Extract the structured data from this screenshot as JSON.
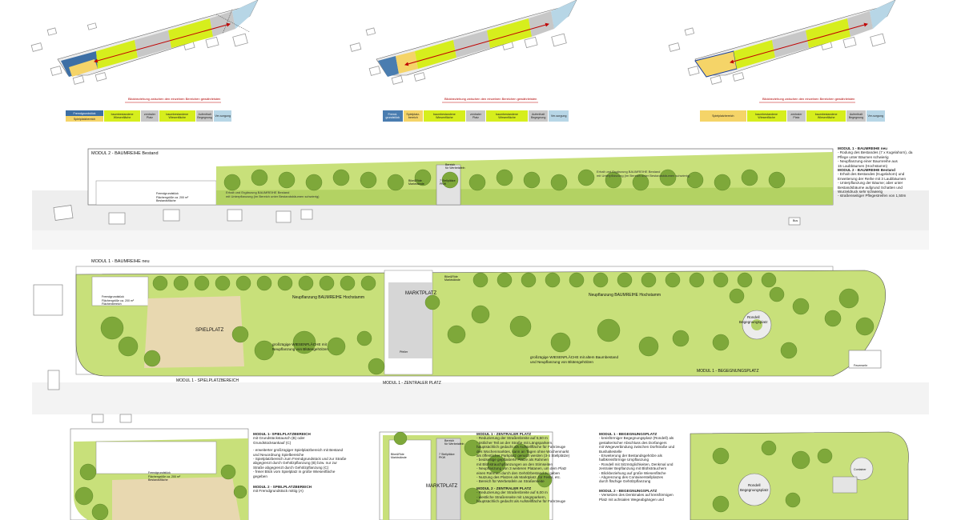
{
  "legend_caption": "Blickbeziehung zwischen den einzelnen Bereichen gewährleisten",
  "legend_left": {
    "top": [
      {
        "label": "Fremdgrundstück",
        "color": "#3d6fa5"
      },
      {
        "label": "baumbestandene Wiesenfläche",
        "color": "#d6ee1d"
      },
      {
        "label": "zentraler Platz",
        "color": "#c7c7c7"
      },
      {
        "label": "baumbestandene Wiesenfläche",
        "color": "#d6ee1d"
      },
      {
        "label": "Aufenthalt Begegnung",
        "color": "#c7c7c7"
      },
      {
        "label": "Ver-sorgung",
        "color": "#b7d6e6"
      }
    ],
    "bottom_first": {
      "label": "Spielplatzbereich",
      "color": "#f5d468"
    }
  },
  "legend_middle": [
    {
      "label": "Fremd-grundstück",
      "color": "#4a7db0"
    },
    {
      "label": "Spielplatz-bereich",
      "color": "#f5d468"
    },
    {
      "label": "baumbestandene Wiesenfläche",
      "color": "#d6ee1d"
    },
    {
      "label": "zentraler Platz",
      "color": "#c7c7c7"
    },
    {
      "label": "baumbestandene Wiesenfläche",
      "color": "#d6ee1d"
    },
    {
      "label": "Aufenthalt Begegnung",
      "color": "#c7c7c7"
    },
    {
      "label": "Ver-sorgung",
      "color": "#b7d6e6"
    }
  ],
  "legend_right": [
    {
      "label": "Spielplatzbereich",
      "color": "#f5d468"
    },
    {
      "label": "baumbestandene Wiesenfläche",
      "color": "#d6ee1d"
    },
    {
      "label": "zentraler Platz",
      "color": "#c7c7c7"
    },
    {
      "label": "baumbestandene Wiesenfläche",
      "color": "#d6ee1d"
    },
    {
      "label": "Aufenthalt Begegnung",
      "color": "#c7c7c7"
    },
    {
      "label": "Ver-sorgung",
      "color": "#b7d6e6"
    }
  ],
  "modul2_plan": {
    "title": "MODUL 2 - BAUMREIHE Bestand",
    "fremd": "Fremdgrundstück\nFlächengröße ca. 200 m²\nBestandsfläche",
    "text1": "Erhalt und Ergänzung BAUMREIHE Bestand\nmit Unterpflanzung (im Bereich unter Bestandsbäumen schwierig)",
    "text2": "Erhalt und Ergänzung BAUMREIHE Bestand\nmit Unterpflanzung (im Bereich unter Bestandsbäumen schwierig)",
    "bike": "Bike&Ride\nMarktstände",
    "stellplatz": "7 Stellplätze\nPKW",
    "bereich": "Bereich\nfür Werbetafeln"
  },
  "modul_notes_top": {
    "m1_title": "MODUL 1 - BAUMREIHE neu",
    "m1_items": "- Rodung des Bestandes (7 x Kugelahorn), da\n  Pflege unter Bäumen schwierig\n- Neupflanzung einer Baumreihe aus\n  15 Laubbäumen (Hochstamm)",
    "m2_title": "MODUL 2 - BAUMREIHE Bestand",
    "m2_items": "- Erhalt des Bestandes (Kugelahorn) und\n  Erweiterung der Reihe mit 3 Laubbäumen\n- Unterpflanzung der Bäume; aber unter\n  Bestandsbäume aufgrund Schatten und\n  Wurzeldruck sehr schwierig\n- straßenseitiger Pflegestreifen von 1,50m"
  },
  "main_plan": {
    "title": "MODUL 1 - BAUMREIHE neu",
    "fremd": "Fremdgrundstück\nFlächengröße ca. 200 m²\nFlächenbereich",
    "spielplatz": "SPIELPLATZ",
    "marktplatz": "MARKTPLATZ",
    "neupflanzung1": "Neupflanzung BAUMREIHE Hochstamm",
    "neupflanzung2": "Neupflanzung BAUMREIHE Hochstamm",
    "wiese1": "großzügige WIESENFLÄCHE mit\nNeupflanzung von Blütengehölzen",
    "wiese2": "großzügige WIESENFLÄCHE mit altem Baumbestand\nund Neupflanzung von Blütengehölzen",
    "rondell": "Rondell\nBegegnungsplatz",
    "pfeiler": "Pfeiler",
    "bike": "Bike&Ride\nMarktstände",
    "m1_spiel": "MODUL 1 - SPIELPLATZBEREICH",
    "m1_zentral": "MODUL 1 - ZENTRALER PLATZ",
    "m1_begegnung": "MODUL 1 - BEGEGNUNGSPLATZ",
    "bus": "Bus",
    "feuerwehr": "Feuerwehr"
  },
  "bottom_notes": {
    "spiel_title": "MODUL 1- SPIELPLATZBEREICH",
    "spiel_sub": "mit Grundstückstausch (B) oder\nGrundstücksankauf (C)",
    "spiel_items": "- erweiterter großzügiger Spielplatzbereich mit Bestand\n  und Neuordnung Spielbereiche\n- Spielplatzbereich zum Fremdgrundstück und zur Straße\n  abgegrenzt durch Gehölzpflanzung (B) bzw. nur zur\n  Straße abgegrenzt durch Gehölzpflanzung (C)\n- freier Blick vom Spielplatz in große Wiesenfläche\n  gegeben",
    "spiel2_title": "MODUL 2 - SPIELPLATZBEREICH",
    "spiel2_sub": "mit Fremdgrundstück mittig (A)",
    "zentral_title": "MODUL 1 - ZENTRALER PLATZ",
    "zentral_items": "- Reduzierung der Straßenbreite auf 5,50 m\n- östlicher Teil an der Straße mit Längsparkern,\n  hauptsächlich gedacht als Aufstellfläche für Fahrzeuge\n  des Wochenmarktes, kann an Tagen ohne Wochenmarkt\n  als öffentlicher Parkplatz genutzt werden (3-4 Stellplätze)\n- beidseitige gepflasterte Plätze als Rahmen\n  mit Blühstrauchpflanzungen an den Stirnseiten\n- Neupflanzung von 3 weiteren Platanen, um dem Platz\n  einen Rahmen durch den Gehölzbestand zu geben\n- Nutzung des Platzes als Marktplatz, für Feste, etc.\n- Bereich für Werbetafeln an Straßenseite",
    "zentral2_title": "MODUL 2 - ZENTRALER PLATZ",
    "zentral2_items": "- Reduzierung der Straßenbreite auf 6,00 m\n- westliche Straßenseite mit Längsparkern,\n  hauptsächlich gedacht als Aufstellfläche für Fahrzeuge",
    "begeg_title": "MODUL 1 - BEGEGNUNGSPLATZ",
    "begeg_items": "- kreisförmiger Begegnungsplatz (Rondell) als\n  gestalterischer Abschluss des Dorfangers\n  mit Wegeverbindung zwischen Dorfstraße und\n  Bushaltestelle\n- Erweiterung der Bestandsgehölze als\n  halbkreisförmige Umpflanzung\n- Rondell mit Sitzmöglichkeiten, Denkmal und\n  zentraler Bepflanzung mit Blühsträuchern\n- Blickbeziehung auf große Wiesenfläche\n- Abgrenzung des Containerstellplatzes\n  durch flächige  Gehölzpflanzung",
    "begeg2_title": "MODUL 2 - BEGEGNUNGSPLATZ",
    "begeg2_items": "- Versetzen des Denkmales auf kreisförmigen\n  Platz mit achsialen Wegeabgängen und"
  },
  "bottom_plans": {
    "fremd": "Fremdgrundstück\nFlächengröße ca. 200 m²\nBestandsfläche",
    "bike": "Bike&Ride\nMarktstände",
    "stellplatz": "7 Stellplätze\nPKW",
    "bereich": "Bereich\nfür Werbetafeln",
    "marktplatz": "MARKTPLATZ",
    "rondell": "Rondell\nBegegnungsplatz",
    "container": "Container"
  }
}
